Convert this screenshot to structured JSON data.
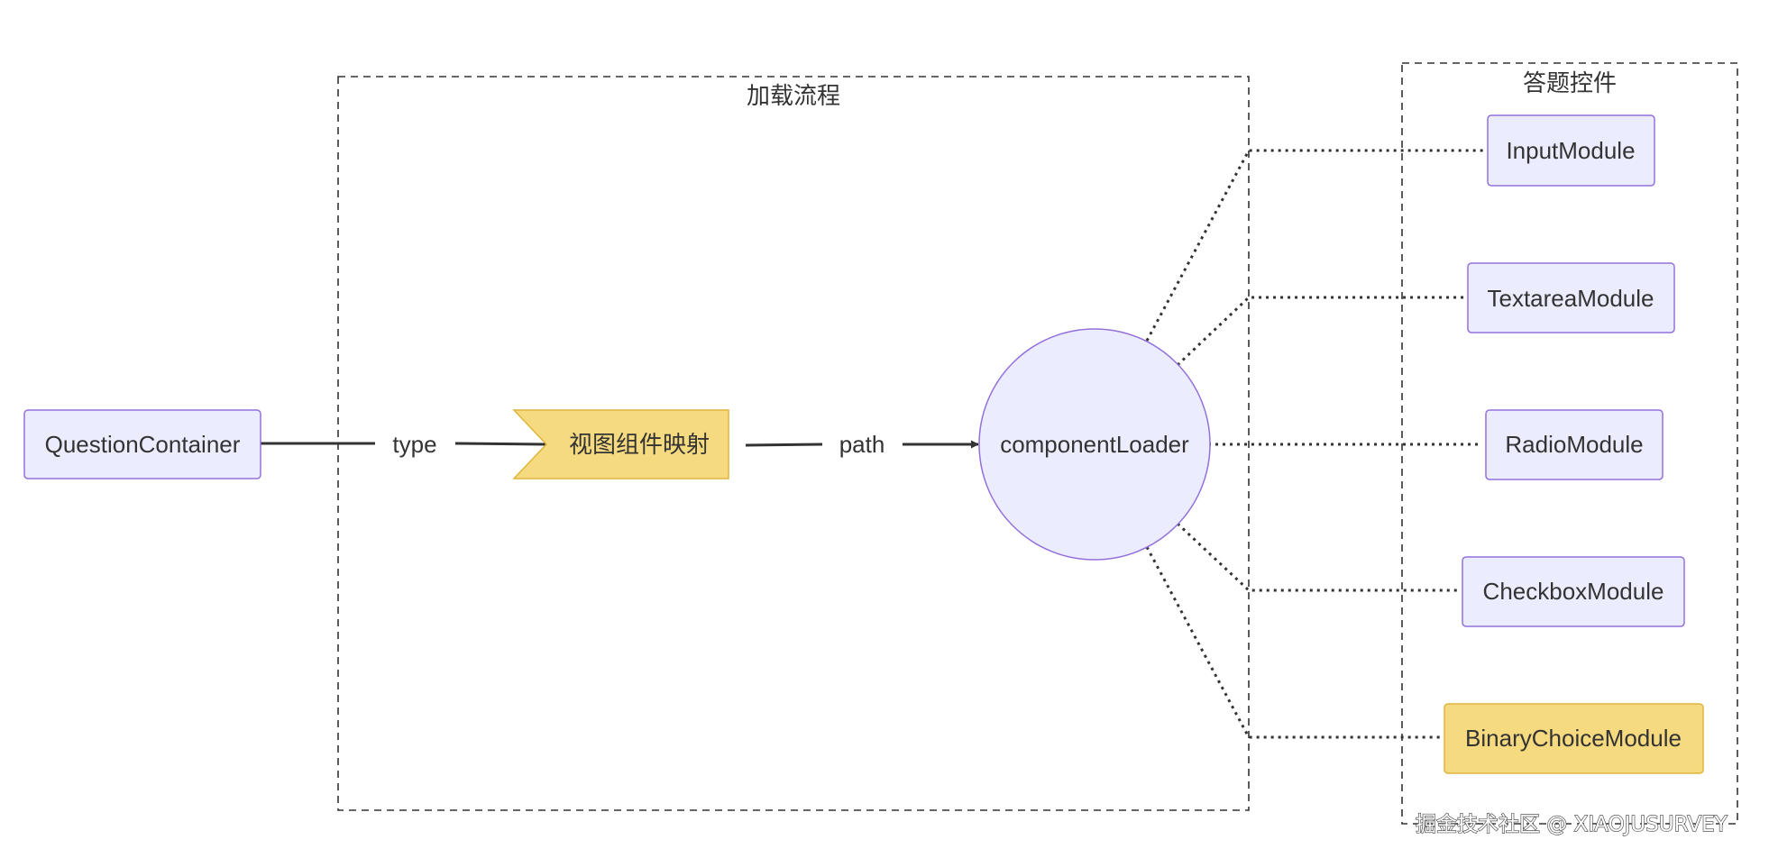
{
  "clusters": {
    "loading": {
      "title": "加载流程"
    },
    "controls": {
      "title": "答题控件"
    }
  },
  "nodes": {
    "question_container": "QuestionContainer",
    "view_component_map": "视图组件映射",
    "component_loader": "componentLoader",
    "input_module": "InputModule",
    "textarea_module": "TextareaModule",
    "radio_module": "RadioModule",
    "checkbox_module": "CheckboxModule",
    "binary_choice_module": "BinaryChoiceModule"
  },
  "edges": {
    "type_label": "type",
    "path_label": "path"
  },
  "colors": {
    "node_fill": "#ECECFF",
    "node_stroke": "#9370DB",
    "highlight_fill": "#F5DA80",
    "highlight_stroke": "#E0B43C",
    "edge": "#333333",
    "cluster_stroke": "#333333"
  },
  "watermark": "掘金技术社区 @ XIAOJUSURVEY"
}
